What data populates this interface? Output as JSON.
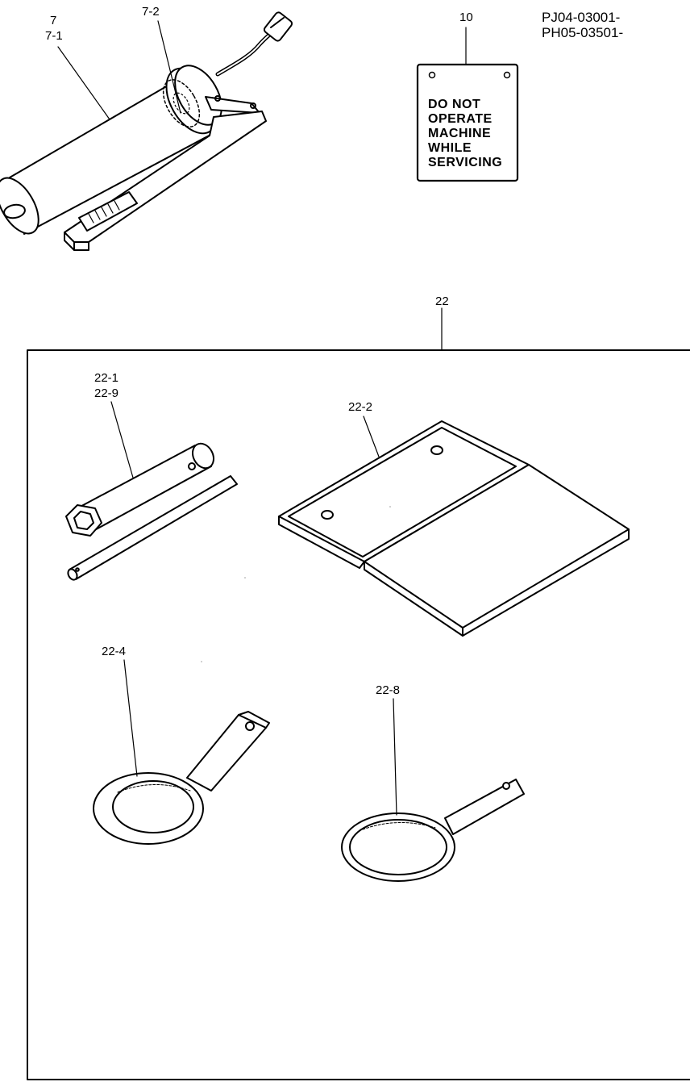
{
  "header": {
    "serial_line_1": "PJ04-03001-",
    "serial_line_2": "PH05-03501-"
  },
  "callouts": {
    "c7": "7",
    "c7_1": "7-1",
    "c7_2": "7-2",
    "c10": "10",
    "c22": "22",
    "c22_1": "22-1",
    "c22_9": "22-9",
    "c22_2": "22-2",
    "c22_4": "22-4",
    "c22_8": "22-8"
  },
  "sign": {
    "lines": [
      "DO NOT",
      "OPERATE",
      "MACHINE",
      "WHILE",
      "SERVICING"
    ]
  },
  "parts": [
    "grease-gun",
    "warning-tag",
    "tool-kit",
    "box-wrench",
    "tommy-bar",
    "tool-tray",
    "filter-wrench-large",
    "filter-wrench-small"
  ]
}
